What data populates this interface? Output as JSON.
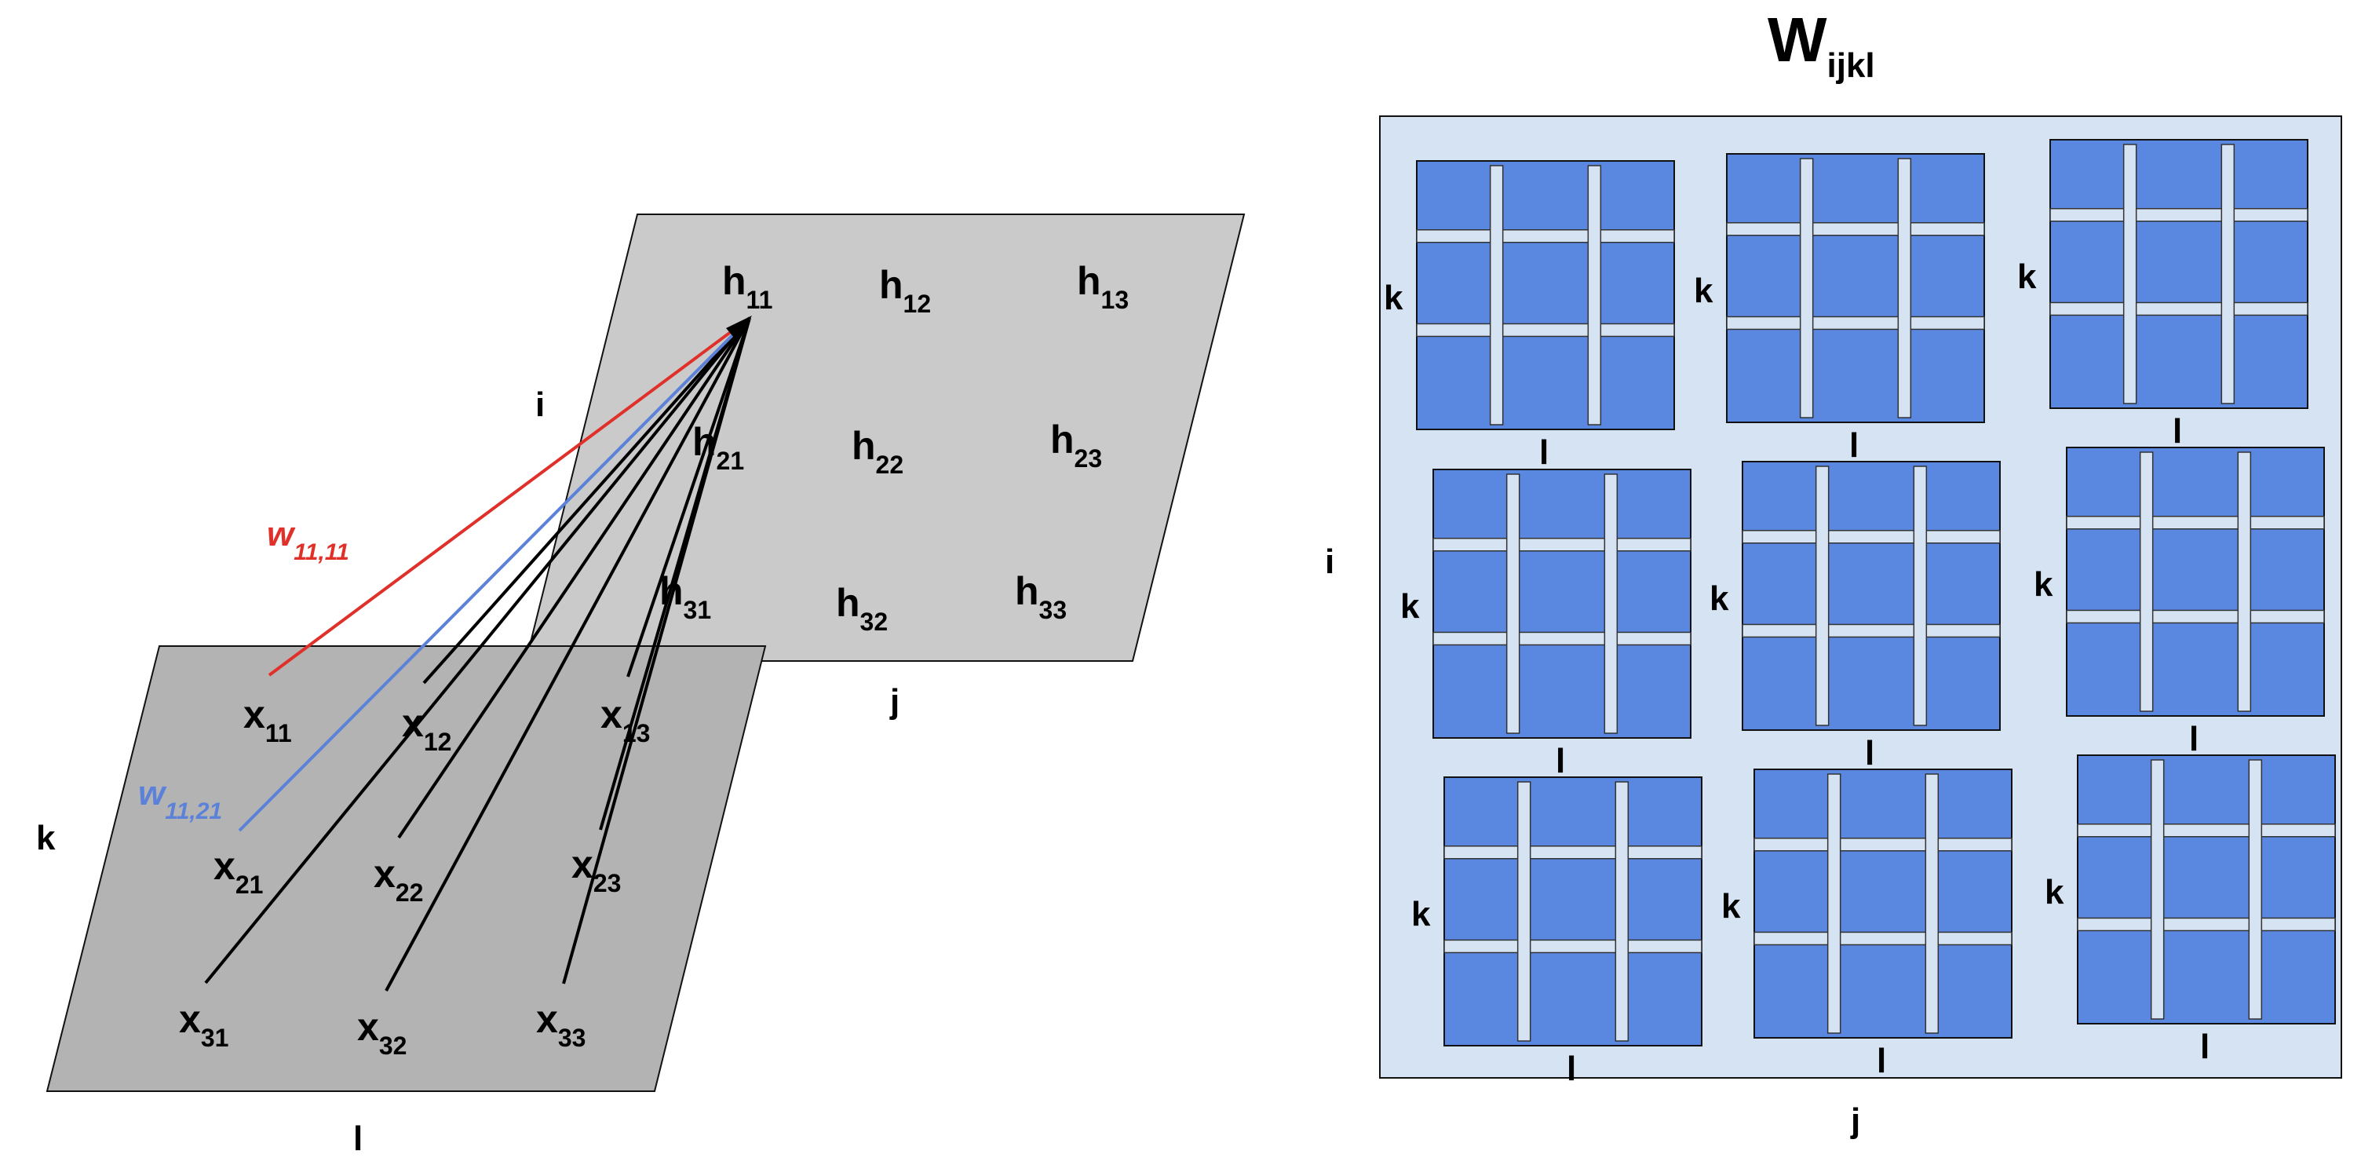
{
  "colors": {
    "background": "#ffffff",
    "input_plane": "#b3b3b3",
    "hidden_plane": "#cacaca",
    "tensor_bg": "#d5e3f3",
    "kernel_cell": "#5a87e0",
    "kernel_bar": "#d5e3f3",
    "red_weight": "#e0302a",
    "blue_weight": "#5b82d8",
    "line": "#000000"
  },
  "left": {
    "input_plane": {
      "label_rows": "k",
      "label_cols": "l",
      "nodes": [
        {
          "id": "x11",
          "base": "x",
          "sub": "11"
        },
        {
          "id": "x12",
          "base": "x",
          "sub": "12"
        },
        {
          "id": "x13",
          "base": "x",
          "sub": "13"
        },
        {
          "id": "x21",
          "base": "x",
          "sub": "21"
        },
        {
          "id": "x22",
          "base": "x",
          "sub": "22"
        },
        {
          "id": "x23",
          "base": "x",
          "sub": "23"
        },
        {
          "id": "x31",
          "base": "x",
          "sub": "31"
        },
        {
          "id": "x32",
          "base": "x",
          "sub": "32"
        },
        {
          "id": "x33",
          "base": "x",
          "sub": "33"
        }
      ]
    },
    "hidden_plane": {
      "label_rows": "i",
      "label_cols": "j",
      "nodes": [
        {
          "id": "h11",
          "base": "h",
          "sub": "11"
        },
        {
          "id": "h12",
          "base": "h",
          "sub": "12"
        },
        {
          "id": "h13",
          "base": "h",
          "sub": "13"
        },
        {
          "id": "h21",
          "base": "h",
          "sub": "21"
        },
        {
          "id": "h22",
          "base": "h",
          "sub": "22"
        },
        {
          "id": "h23",
          "base": "h",
          "sub": "23"
        },
        {
          "id": "h31",
          "base": "h",
          "sub": "31"
        },
        {
          "id": "h32",
          "base": "h",
          "sub": "32"
        },
        {
          "id": "h33",
          "base": "h",
          "sub": "33"
        }
      ]
    },
    "weights": [
      {
        "id": "w1111",
        "base": "w",
        "sub": "11,11",
        "color": "#e0302a"
      },
      {
        "id": "w1121",
        "base": "w",
        "sub": "11,21",
        "color": "#5b82d8"
      }
    ]
  },
  "right": {
    "title_base": "W",
    "title_sub": "ijkl",
    "label_outer_rows": "i",
    "label_outer_cols": "j",
    "kernel_label_rows": "k",
    "kernel_label_cols": "l",
    "kernel_grid": "3x3",
    "kernels_grid": "3x3"
  }
}
